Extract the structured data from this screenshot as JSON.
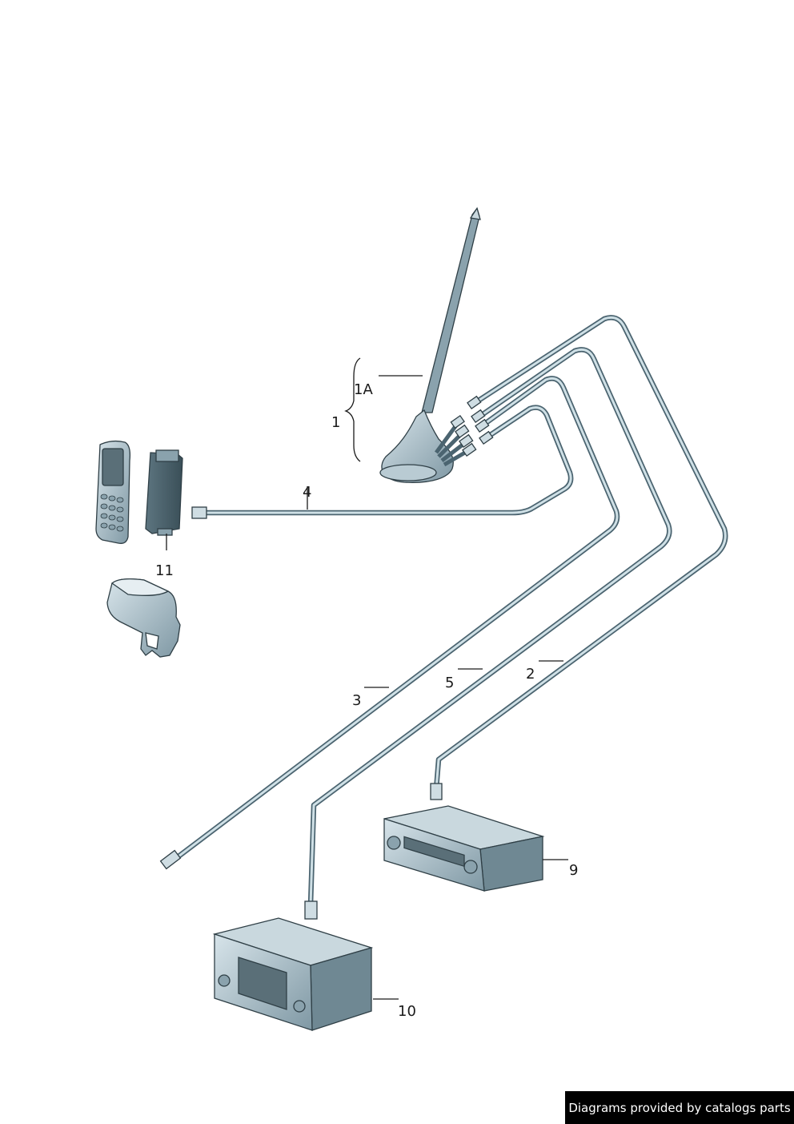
{
  "callouts": {
    "c1": "1",
    "c1a": "1A",
    "c2": "2",
    "c3": "3",
    "c4": "4",
    "c5": "5",
    "c9": "9",
    "c10": "10",
    "c11": "11"
  },
  "footer": {
    "credit": "Diagrams provided by catalogs parts"
  },
  "colors": {
    "part_fill": "#a9bfc9",
    "part_dark": "#5f7a86",
    "line": "#1a1a1a"
  }
}
